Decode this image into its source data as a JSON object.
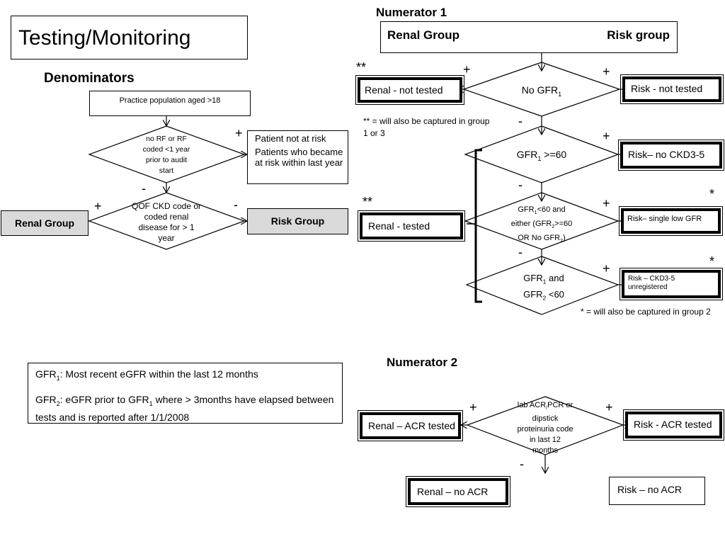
{
  "title": "Testing/Monitoring",
  "denominators": {
    "heading": "Denominators",
    "practice_population": "Practice population aged >18",
    "diamond1": [
      "no RF or RF",
      "coded <1 year",
      "prior to audit",
      "start"
    ],
    "not_at_risk": {
      "line1": "Patient not at risk",
      "line2": "Patients who became at risk within last year"
    },
    "diamond2": [
      "QOF CKD code or",
      "coded renal",
      "disease for > 1",
      "year"
    ],
    "renal_group": "Renal Group",
    "risk_group": "Risk Group"
  },
  "numerator1": {
    "heading": "Numerator 1",
    "renal_group": "Renal Group",
    "risk_group": "Risk group",
    "no_gfr": "No GFR",
    "no_gfr_sub": "1",
    "renal_not_tested": "Renal - not tested",
    "risk_not_tested": "Risk - not tested",
    "note_double": "** = will also be captured in group 1 or 3",
    "gfr_ge60": "GFR",
    "gfr_ge60_sub": "1",
    "gfr_ge60_rest": " >=60",
    "risk_no_ckd": "Risk– no CKD3-5",
    "diamond3": {
      "l1a": "GFR",
      "l1sub": "1",
      "l1b": "<60 and",
      "l2a": "either (GFR",
      "l2sub": "2",
      "l2b": ">=60",
      "l3a": "OR No GFR",
      "l3sub": "2",
      "l3b": ")"
    },
    "renal_tested": "Renal - tested",
    "risk_single_low": "Risk– single low GFR",
    "diamond4": {
      "l1a": "GFR",
      "l1sub": "1",
      "l1b": " and",
      "l2a": "GFR",
      "l2sub": "2",
      "l2b": " <60"
    },
    "risk_unregistered": "Risk – CKD3-5 unregistered",
    "note_single": "* = will also be captured in group 2"
  },
  "definitions": {
    "gfr1_a": "GFR",
    "gfr1_sub": "1",
    "gfr1_b": ": Most recent eGFR within the last 12 months",
    "gfr2_a": "GFR",
    "gfr2_sub": "2",
    "gfr2_b": ": eGFR prior to GFR",
    "gfr2_sub2": "1",
    "gfr2_c": " where > 3months have elapsed between tests and is reported after 1/1/2008"
  },
  "numerator2": {
    "heading": "Numerator 2",
    "diamond": {
      "l1a": "lab ACR",
      "l1sub": "/",
      "l1b": "PCR or",
      "l2": "dipstick",
      "l3": "proteinuria code",
      "l4": "in last 12",
      "l5": "months"
    },
    "renal_acr_tested": "Renal – ACR tested",
    "risk_acr_tested": "Risk - ACR tested",
    "renal_no_acr": "Renal – no ACR",
    "risk_no_acr": "Risk – no ACR"
  },
  "signs": {
    "plus": "+",
    "minus": "-",
    "double_star": "**",
    "star": "*"
  }
}
